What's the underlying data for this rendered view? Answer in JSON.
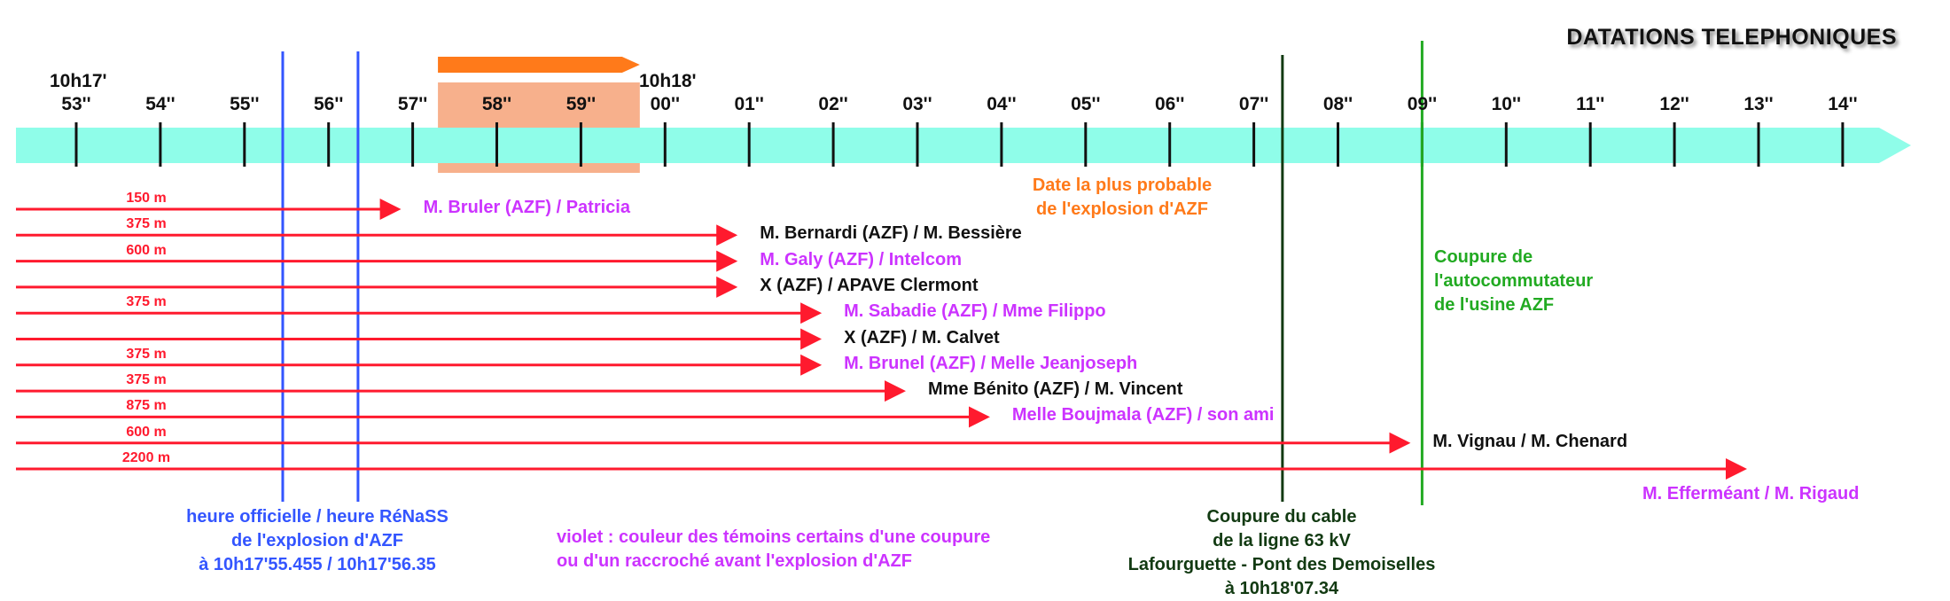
{
  "title": "DATATIONS TELEPHONIQUES",
  "timeline": {
    "head_left": "10h17'",
    "head_mid": "10h18'",
    "ticks": [
      "53''",
      "54''",
      "55''",
      "56''",
      "57''",
      "58''",
      "59''",
      "00''",
      "01''",
      "02''",
      "03''",
      "04''",
      "05''",
      "06''",
      "07''",
      "08''",
      "09''",
      "10''",
      "11''",
      "12''",
      "13''",
      "14''"
    ],
    "bar_color": "#8ffde9"
  },
  "probable": {
    "from": 4.3,
    "to": 6.7,
    "line1": "Date la plus probable",
    "line2": "de l'explosion d'AZF",
    "color": "#ff7a1a",
    "fill": "#f7b08c"
  },
  "markers": {
    "official": 2.455,
    "renass": 3.35,
    "cable": 14.34,
    "autocom": 16.0
  },
  "calls": [
    {
      "dist": "150 m",
      "end": 4.0,
      "name": "M. Bruler (AZF) / Patricia",
      "color": "#cc33ff"
    },
    {
      "dist": "375 m",
      "end": 8.0,
      "name": "M. Bernardi (AZF) / M. Bessière",
      "color": "#111111"
    },
    {
      "dist": "600 m",
      "end": 8.0,
      "name": "M. Galy (AZF) / Intelcom",
      "color": "#cc33ff"
    },
    {
      "dist": "",
      "end": 8.0,
      "name": "X (AZF) / APAVE Clermont",
      "color": "#111111"
    },
    {
      "dist": "375 m",
      "end": 9.0,
      "name": "M. Sabadie (AZF) / Mme Filippo",
      "color": "#cc33ff"
    },
    {
      "dist": "",
      "end": 9.0,
      "name": "X (AZF) / M. Calvet",
      "color": "#111111"
    },
    {
      "dist": "375 m",
      "end": 9.0,
      "name": "M. Brunel (AZF) / Melle Jeanjoseph",
      "color": "#cc33ff"
    },
    {
      "dist": "375 m",
      "end": 10.0,
      "name": "Mme Bénito (AZF) / M. Vincent",
      "color": "#111111"
    },
    {
      "dist": "875 m",
      "end": 11.0,
      "name": "Melle Boujmala (AZF) / son ami",
      "color": "#cc33ff"
    },
    {
      "dist": "600 m",
      "end": 16.0,
      "name": "M. Vignau / M. Chenard",
      "color": "#111111"
    },
    {
      "dist": "2200 m",
      "end": 20.0,
      "name": "M. Efferméant / M. Rigaud",
      "color": "#cc33ff"
    }
  ],
  "notes": {
    "official_1": "heure officielle / heure RéNaSS",
    "official_2": "de l'explosion d'AZF",
    "official_3": "à 10h17'55.455 / 10h17'56.35",
    "legend_1": "violet : couleur des témoins certains d'une coupure",
    "legend_2": "ou d'un raccroché avant l'explosion d'AZF",
    "cable_1": "Coupure du cable",
    "cable_2": "de la ligne 63 kV",
    "cable_3": "Lafourguette - Pont des Demoiselles",
    "cable_4": "à 10h18'07.34",
    "autocom_1": "Coupure de",
    "autocom_2": "l'autocommutateur",
    "autocom_3": "de l'usine AZF"
  },
  "colors": {
    "arrow": "#ff1a2e",
    "blue": "#3355ff",
    "dark_green": "#123a12",
    "green": "#22aa22",
    "violet": "#cc33ff"
  }
}
